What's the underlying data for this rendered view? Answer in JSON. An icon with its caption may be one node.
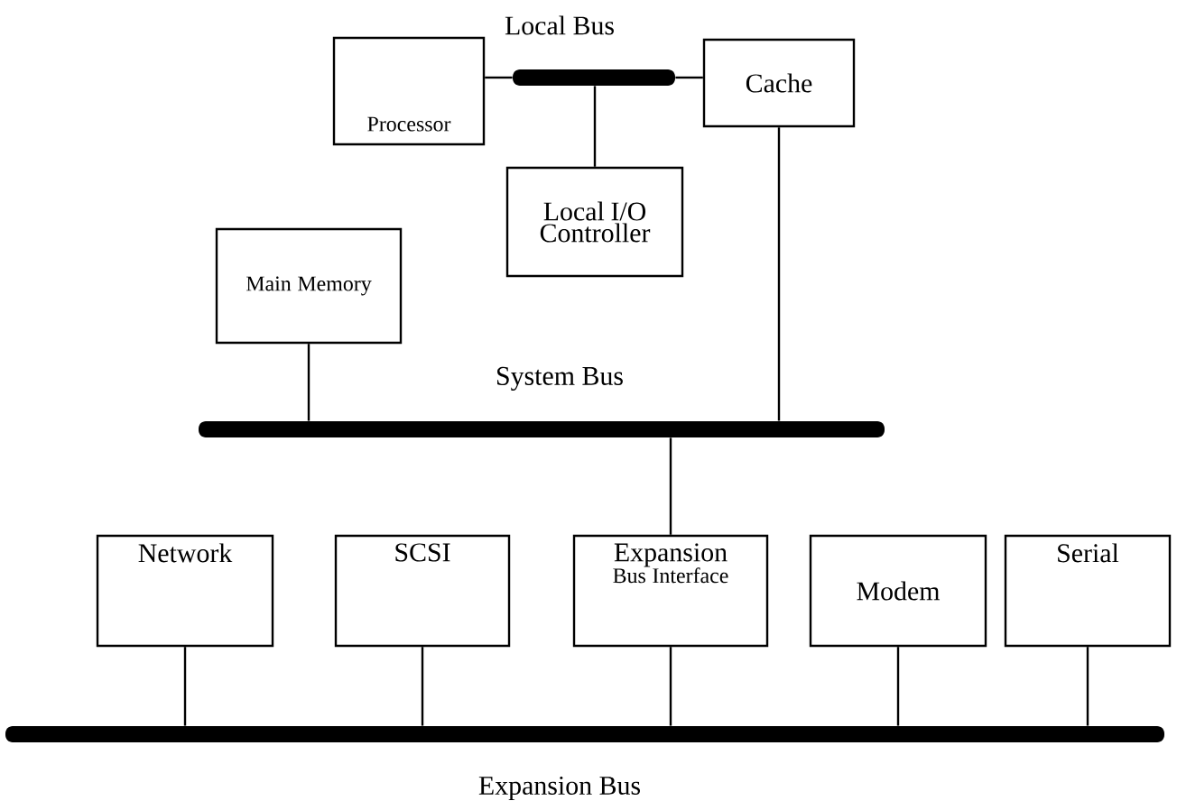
{
  "diagram": {
    "nodes": [
      {
        "text": [
          "Local Bus"
        ]
      },
      {
        "text": [
          "Processor"
        ]
      },
      {
        "text": [
          "Cache"
        ]
      },
      {
        "text": [
          "Local I/O Controller"
        ]
      },
      {
        "text": [
          "Main Memory"
        ]
      },
      {
        "text": [
          "System Bus"
        ]
      },
      {
        "text": [
          "Network"
        ]
      },
      {
        "text": [
          "SCSI"
        ]
      },
      {
        "text": [
          "Expansion",
          "Bus Interface"
        ]
      },
      {
        "text": [
          "Modem"
        ]
      },
      {
        "text": [
          "Serial"
        ]
      },
      {
        "text": [
          "Expansion Bus"
        ]
      }
    ],
    "edges": [
      {
        "from": 1,
        "to": 0,
        "arrow": "none"
      },
      {
        "from": 2,
        "to": 0,
        "arrow": "none"
      },
      {
        "from": 3,
        "to": 0,
        "arrow": "none"
      },
      {
        "from": 4,
        "to": 5,
        "arrow": "none"
      },
      {
        "from": 2,
        "to": 5,
        "arrow": "none"
      },
      {
        "from": 8,
        "to": 5,
        "arrow": "none"
      },
      {
        "from": 6,
        "to": 11,
        "arrow": "none"
      },
      {
        "from": 7,
        "to": 11,
        "arrow": "none"
      },
      {
        "from": 8,
        "to": 11,
        "arrow": "none"
      },
      {
        "from": 9,
        "to": 11,
        "arrow": "none"
      },
      {
        "from": 10,
        "to": 11,
        "arrow": "none"
      }
    ]
  }
}
